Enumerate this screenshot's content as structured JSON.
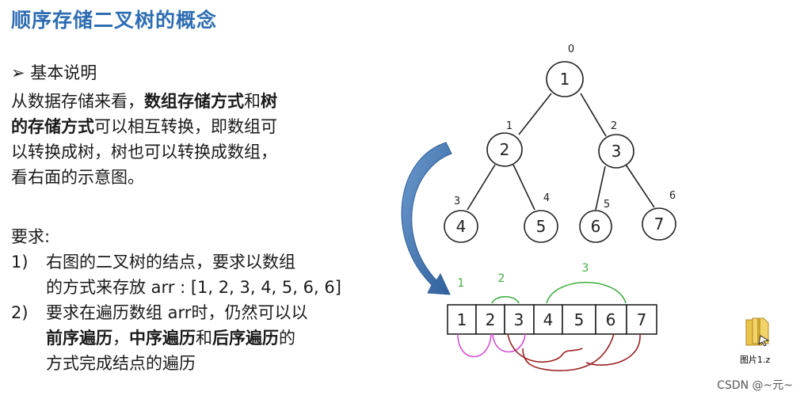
{
  "title": "顺序存储二叉树的概念",
  "basic": {
    "bullet": "➢",
    "heading": "基本说明",
    "p1": "从数据存储来看，",
    "p1_bold1": "数组存储方式",
    "p1_and": "和",
    "p1_bold2": "树",
    "p2_bold": "的存储方式",
    "p2": "可以相互转换，即数组可",
    "p3": "以转换成树，树也可以转换成数组，",
    "p4": "看右面的示意图。"
  },
  "requirements": {
    "heading": "要求:",
    "item1_num": "1)",
    "item1_line1": "右图的二叉树的结点，要求以数组",
    "item1_line2": "的方式来存放 arr : [1, 2, 3, 4, 5, 6, 6]",
    "item2_num": "2)",
    "item2_line1": "要求在遍历数组 arr时，仍然可以以",
    "item2_bold1": "前序遍历",
    "item2_sep1": "，",
    "item2_bold2": "中序遍历",
    "item2_and": "和",
    "item2_bold3": "后序遍历",
    "item2_tail": "的",
    "item2_line3": "方式完成结点的遍历"
  },
  "tree": {
    "nodes": [
      "1",
      "2",
      "3",
      "4",
      "5",
      "6",
      "7"
    ],
    "indices": [
      "0",
      "1",
      "2",
      "3",
      "4",
      "5",
      "6"
    ]
  },
  "array": {
    "cells": [
      "1",
      "2",
      "3",
      "4",
      "5",
      "6",
      "7"
    ],
    "arc_labels": [
      "1",
      "2",
      "3"
    ]
  },
  "file": {
    "label": "图片1.z"
  },
  "watermark": "CSDN @~元~",
  "colors": {
    "title": "#2e6db2",
    "arrow": "#3a6ea8",
    "arc_green": "#3fae3f",
    "arc_pink": "#d44fd4",
    "arc_darkred": "#9a2020"
  }
}
